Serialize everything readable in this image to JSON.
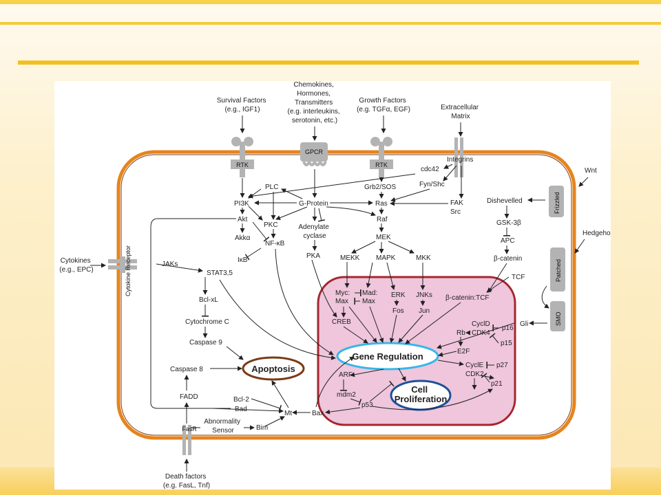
{
  "nodes": {
    "survival": [
      "Survival Factors",
      "(e.g., IGF1)"
    ],
    "chemokines": [
      "Chemokines,",
      "Hormones,",
      "Transmitters",
      "(e.g. interleukins,",
      "serotonin, etc.)"
    ],
    "growth": [
      "Growth Factors",
      "(e.g. TGFα, EGF)"
    ],
    "ecm": [
      "Extracellular",
      "Matrix"
    ],
    "wnt": "Wnt",
    "hedgehog": "Hedgehog",
    "cytokines": [
      "Cytokines",
      "(e.g., EPC)"
    ],
    "death": [
      "Death factors",
      "(e.g. FasL, Tnf)"
    ],
    "rtk1": "RTK",
    "gpcr": "GPCR",
    "rtk2": "RTK",
    "integrins": "Integrins",
    "frizzled": "Frizzled",
    "patched": "Patched",
    "smo": "SMO",
    "cytokine_receptor": "Cytokine Receptor",
    "fasr": "FasR",
    "cdc42": "cdc42",
    "fynshc": "Fyn/Shc",
    "plc": "PLC",
    "pi3k": "PI3K",
    "gprotein": "G-Protein",
    "grb2": "Grb2/SOS",
    "ras": "Ras",
    "fak": [
      "FAK",
      "Src"
    ],
    "akt": "Akt",
    "pkc": "PKC",
    "adenylate": [
      "Adenylate",
      "cyclase"
    ],
    "raf": "Raf",
    "akka": "Akkα",
    "nfkb": "NF-κB",
    "mek": "MEK",
    "ikb": "IκB",
    "pka": "PKA",
    "mekk": "MEKK",
    "mapk": "MAPK",
    "mkk": "MKK",
    "dishevelled": "Dishevelled",
    "gsk": "GSK-3β",
    "apc": "APC",
    "bcatenin": "β-catenin",
    "tcf": "TCF",
    "jaks": "JAKs",
    "stat": "STAT3,5",
    "bclxl": "Bcl-xL",
    "cytc": "Cytochrome C",
    "casp9": "Caspase 9",
    "casp8": "Caspase 8",
    "fadd": "FADD",
    "bad": "Bad",
    "bcl2": "Bcl-2",
    "mt": "Mt",
    "bim": "Bim",
    "bax": "Bax",
    "abnormality": [
      "Abnormality",
      "Sensor"
    ],
    "apoptosis": "Apoptosis",
    "mycmax": [
      "Myc:",
      "Max"
    ],
    "madmax": [
      "Mad:",
      "Max"
    ],
    "erkfos": [
      "ERK",
      "Fos"
    ],
    "jnkjun": [
      "JNKs",
      "Jun"
    ],
    "bcattcf": "β-catenin:TCF",
    "creb": "CREB",
    "gene_reg": "Gene Regulation",
    "cell_prolif": [
      "Cell",
      "Proliferation"
    ],
    "gli": "Gli",
    "cycld": [
      "CyclD",
      "CDK4"
    ],
    "p16": "p16",
    "rb": "Rb",
    "p15": "p15",
    "e2f": "E2F",
    "cycle": [
      "CyclE",
      "CDK2"
    ],
    "p27": "p27",
    "p21": "p21",
    "arf": "ARF",
    "mdm2": "mdm2",
    "p53": "p53"
  },
  "colors": {
    "membrane": "#e6841c",
    "nucleus_fill": "#efc6dc",
    "nucleus_stroke": "#a6262e",
    "gene_reg": "#38b6e8",
    "cell_prolif": "#1f4f9a",
    "apoptosis": "#7a3b16",
    "receptor": "#b3b3b3"
  }
}
